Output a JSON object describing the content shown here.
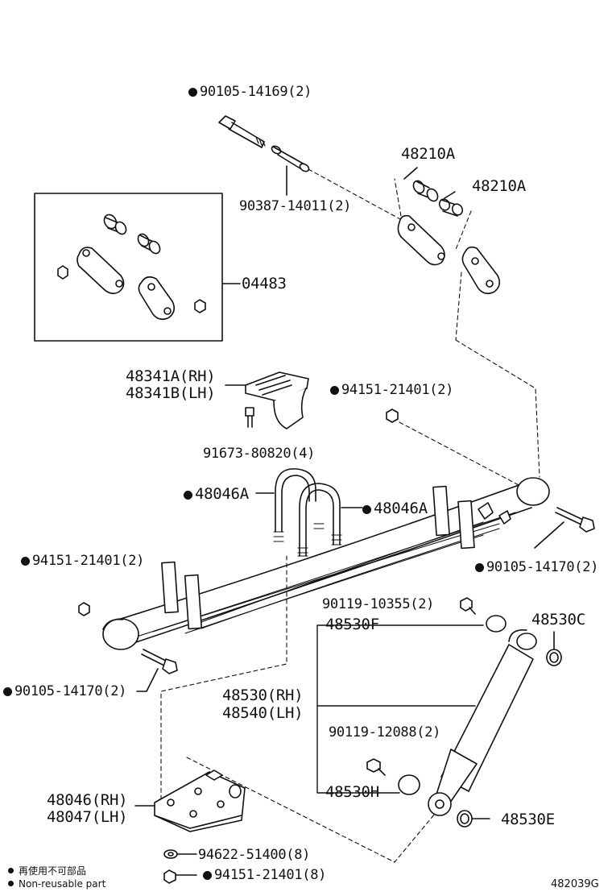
{
  "parts": {
    "bolt_upper": "90105-14169(2)",
    "bushing_pin": "90387-14011(2)",
    "shackle_a1": "48210A",
    "shackle_a2": "48210A",
    "kit": "04483",
    "bracket_rh": "48341A(RH)",
    "bracket_lh": "48341B(LH)",
    "nut_upper": "94151-21401(2)",
    "bolt_bracket": "91673-80820(4)",
    "ubolt_left": "48046A",
    "ubolt_right": "48046A",
    "nut_left": "94151-21401(2)",
    "bolt_right_spring": "90105-14170(2)",
    "bolt_left_spring": "90105-14170(2)",
    "bolt_shock_top": "90119-10355(2)",
    "bushing_f": "48530F",
    "washer_c": "48530C",
    "shock_rh": "48530(RH)",
    "shock_lh": "48540(LH)",
    "bolt_shock_bottom": "90119-12088(2)",
    "bushing_h": "48530H",
    "washer_e": "48530E",
    "plate_rh": "48046(RH)",
    "plate_lh": "48047(LH)",
    "washer_plate": "94622-51400(8)",
    "nut_plate": "94151-21401(8)"
  },
  "legend": {
    "line_jp": "再使用不可部品",
    "line_en": "Non-reusable part"
  },
  "drawing_number": "482039G"
}
